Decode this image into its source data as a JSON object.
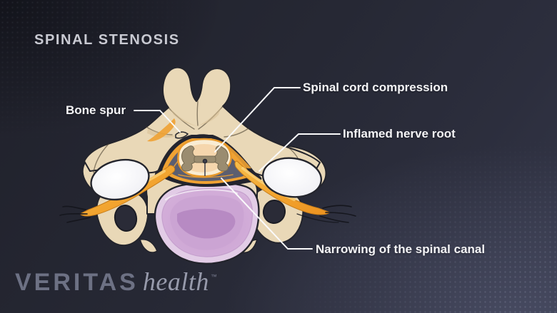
{
  "title": "SPINAL STENOSIS",
  "labels": {
    "bone_spur": "Bone spur",
    "cord_compression": "Spinal cord compression",
    "inflamed_root": "Inflamed nerve root",
    "narrowing": "Narrowing of the spinal canal"
  },
  "logo": {
    "brand": "VERITAS",
    "brand_suffix": "health",
    "trademark": "™"
  },
  "colors": {
    "background_top_left": "#20212b",
    "background_bottom_right": "#3a3d50",
    "title_text": "#c9cad2",
    "label_text": "#f4f4f6",
    "leader_line": "#fafafb",
    "bone": "#e9d8b7",
    "bone_outline": "#23242c",
    "facet_joint": "#f4f4f7",
    "disc_outer": "#e2cce6",
    "disc_core": "#b78ac3",
    "epidural_space": "#5b5e70",
    "inflammation_orange": "#f0a233",
    "spinal_cord": "#f9ecd3",
    "gray_matter": "#9a8c70"
  }
}
